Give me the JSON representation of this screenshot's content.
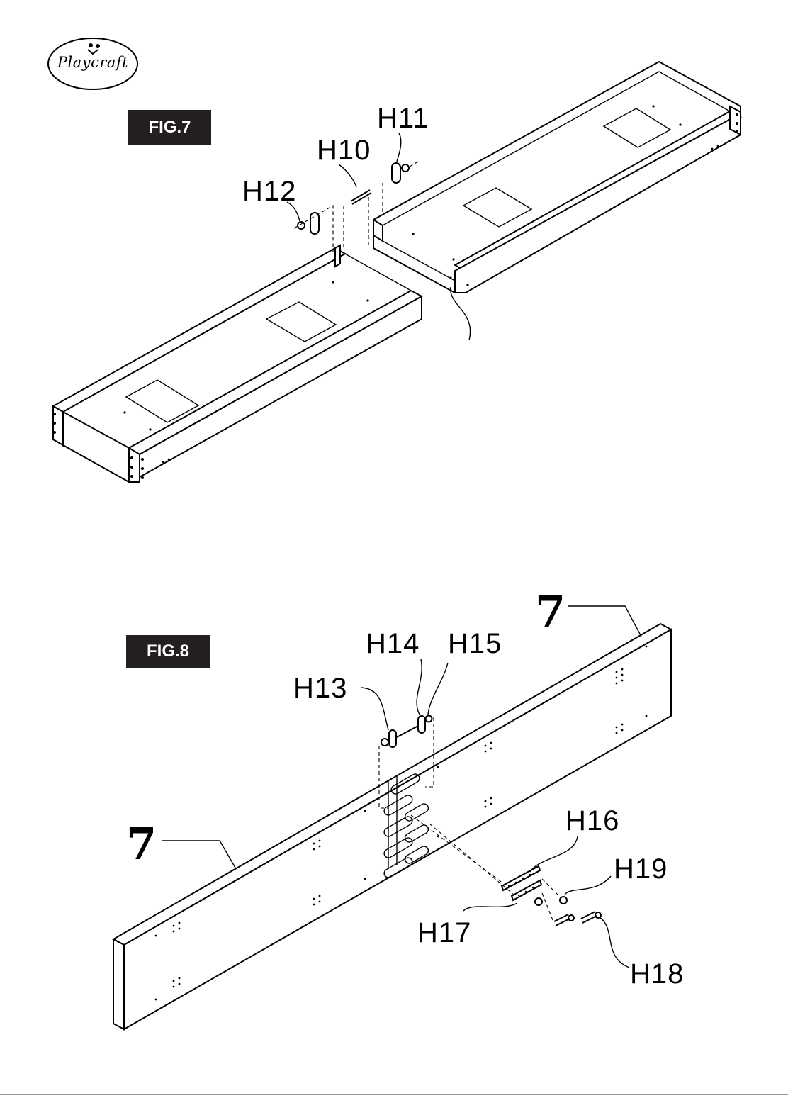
{
  "logo": {
    "brand": "Playcraft"
  },
  "fig7": {
    "badge": "FIG.7",
    "labels": {
      "h10": "H10",
      "h11": "H11",
      "h12": "H12"
    }
  },
  "fig8": {
    "badge": "FIG.8",
    "part_numbers": {
      "top": "7",
      "left": "7"
    },
    "labels": {
      "h13": "H13",
      "h14": "H14",
      "h15": "H15",
      "h16": "H16",
      "h17": "H17",
      "h18": "H18",
      "h19": "H19"
    }
  }
}
